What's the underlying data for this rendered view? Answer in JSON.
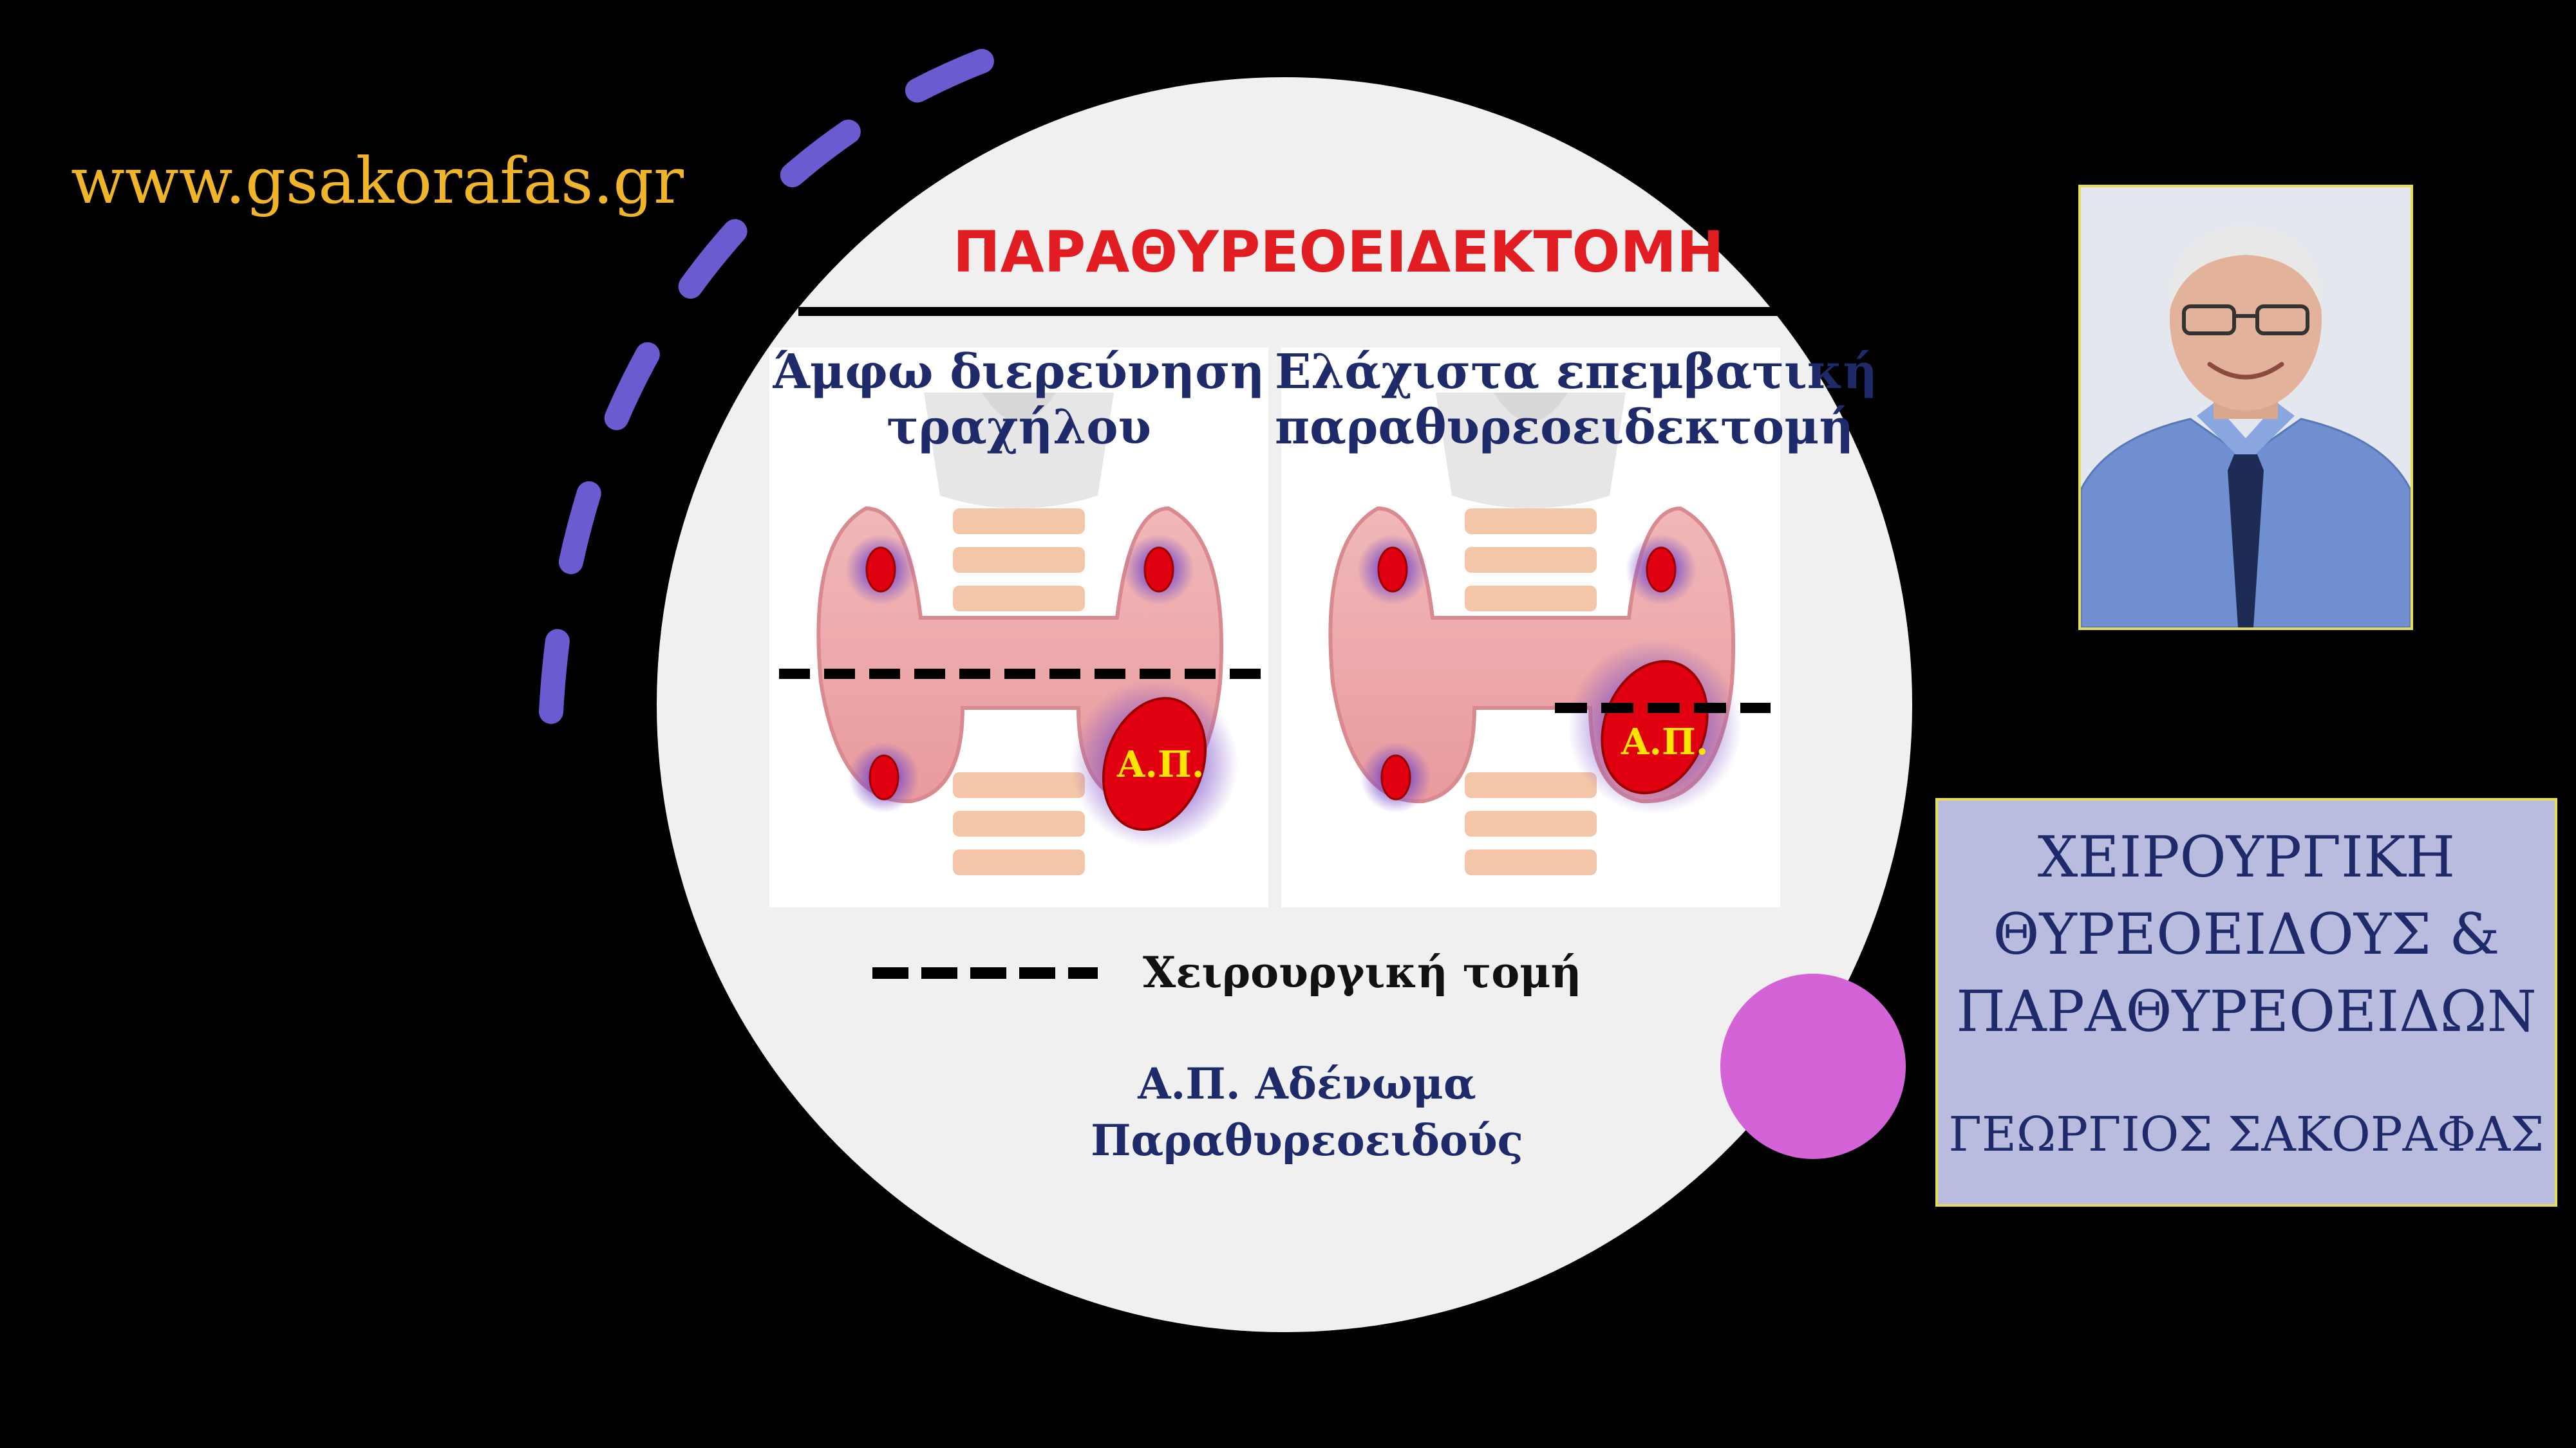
{
  "website": "www.gsakorafas.gr",
  "diagram": {
    "title": "ΠΑΡΑΘΥΡΕΟΕΙΔΕΚΤΟΜΗ",
    "left_heading_line1": "Άμφω διερεύνηση",
    "left_heading_line2": "τραχήλου",
    "right_heading_line1": "Ελάχιστα επεμβατική",
    "right_heading_line2": "παραθυρεοειδεκτομή",
    "adenoma_label": "Α.Π.",
    "legend_label": "Χειρουργική τομή",
    "definition_line1": "Α.Π. Αδένωμα",
    "definition_line2": "Παραθυρεοειδούς"
  },
  "info_box": {
    "title_line1": "ΧΕΙΡΟΥΡΓΙΚΗ",
    "title_line2": "ΘΥΡΕΟΕΙΔΟΥΣ &",
    "title_line3": "ΠΑΡΑΘΥΡΕΟΕΙΔΩΝ",
    "author": "ΓΕΩΡΓΙΟΣ ΣΑΚΟΡΑΦΑΣ"
  },
  "colors": {
    "website": "#f0b428",
    "title_red": "#e11d21",
    "navy_text": "#1e2a6a",
    "arc_purple": "#6a5bd0",
    "pink_dot": "#d463d8",
    "info_box_bg": "#b9bbdf",
    "frame_yellow": "#e6dc55"
  }
}
